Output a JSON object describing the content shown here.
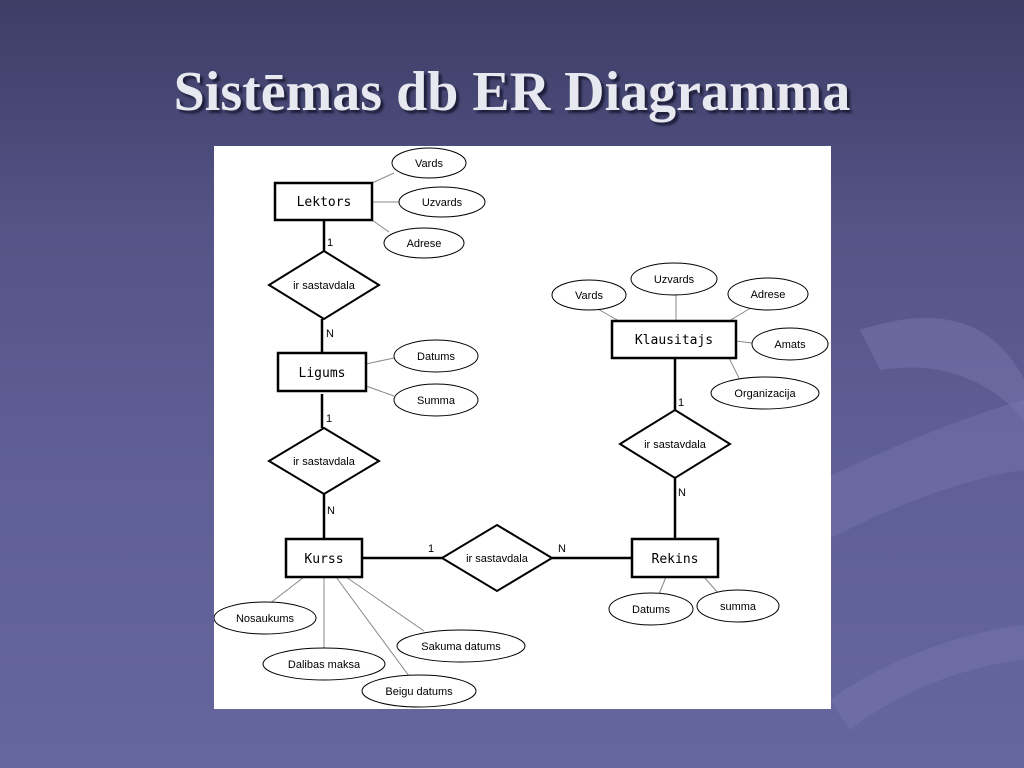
{
  "slide": {
    "title": "Sistēmas db ER Diagramma"
  },
  "diagram": {
    "entities": {
      "lektors": "Lektors",
      "ligums": "Ligums",
      "kurss": "Kurss",
      "klausitajs": "Klausitajs",
      "rekins": "Rekins"
    },
    "relationships": {
      "lektors_ligums": "ir sastavdala",
      "ligums_kurss": "ir sastavdala",
      "kurss_rekins": "ir sastavdala",
      "klausitajs_rekins": "ir sastavdala"
    },
    "attributes": {
      "lektors": [
        "Vards",
        "Uzvards",
        "Adrese"
      ],
      "ligums": [
        "Datums",
        "Summa"
      ],
      "klausitajs": [
        "Vards",
        "Uzvards",
        "Adrese",
        "Amats",
        "Organizacija"
      ],
      "kurss": [
        "Nosaukums",
        "Dalibas maksa",
        "Beigu datums",
        "Sakuma datums"
      ],
      "rekins": [
        "Datums",
        "summa"
      ]
    },
    "cardinalities": {
      "lektors_one": "1",
      "ligums_n": "N",
      "ligums_one": "1",
      "kurss_n": "N",
      "kurss_one": "1",
      "rekins_n_from_kurss": "N",
      "klausitajs_one": "1",
      "rekins_n_from_klausitajs": "N"
    }
  }
}
